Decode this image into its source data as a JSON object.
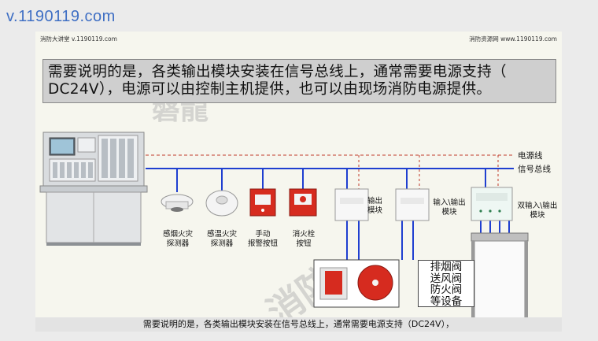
{
  "brand": "v.1190119.com",
  "slide": {
    "header_left": "消防大讲堂 v.1190119.com",
    "header_right": "消防资源网 www.1190119.com",
    "callout_lines": [
      "需要说明的是，各类输出模块安装在信号总线上，通常需要电源支持（",
      "DC24V），电源可以由控制主机提供，也可以由现场消防电源提供。"
    ],
    "watermark_text": "磐龍",
    "watermark_text2": "消防",
    "power_line_label": "电源线",
    "signal_line_label": "信号总线",
    "devices": [
      {
        "lines": [
          "感烟火灾",
          "探测器"
        ]
      },
      {
        "lines": [
          "感温火灾",
          "探测器"
        ]
      },
      {
        "lines": [
          "手动",
          "报警按钮"
        ]
      },
      {
        "lines": [
          "消火栓",
          "按钮"
        ]
      },
      {
        "lines": [
          "输出",
          "模块"
        ]
      },
      {
        "lines": [
          "输入\\输出",
          "模块"
        ]
      },
      {
        "lines": [
          "双输入\\输出",
          "模块"
        ]
      }
    ],
    "equipment_lines": [
      "排烟阀",
      "送风阀",
      "防火阀",
      "等设备"
    ]
  },
  "subtitle": "需要说明的是，各类输出模块安装在信号总线上，通常需要电源支持（DC24V），",
  "colors": {
    "brand": "#3f6fc4",
    "signal_bus": "#1f3fd0",
    "power_line": "#c0392b",
    "alarm_red": "#d62b1f"
  }
}
